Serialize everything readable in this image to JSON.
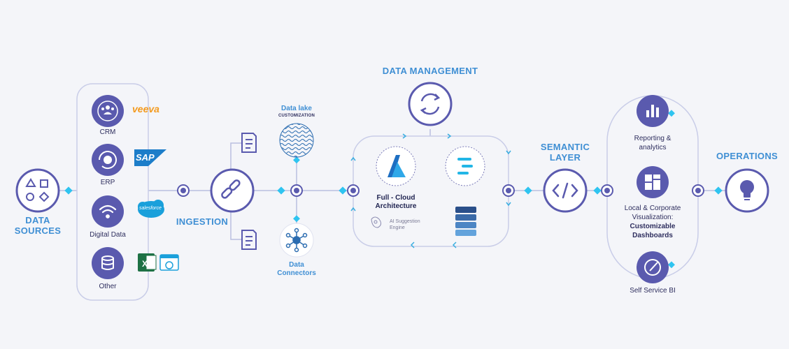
{
  "sources": {
    "title_line1": "DATA",
    "title_line2": "SOURCES",
    "items": [
      {
        "label": "CRM",
        "icon": "people-icon",
        "brand": "veeva"
      },
      {
        "label": "ERP",
        "icon": "gear-refresh-icon",
        "brand": "SAP"
      },
      {
        "label": "Digital Data",
        "icon": "wifi-icon",
        "brand": "salesforce"
      },
      {
        "label": "Other",
        "icon": "database-icon",
        "brand": ""
      }
    ]
  },
  "ingestion": {
    "title": "INGESTION",
    "icon": "link-icon"
  },
  "data_lake": {
    "title": "Data lake",
    "subtitle": "CUSTOMIZATION"
  },
  "connectors": {
    "line1": "Data",
    "line2": "Connectors"
  },
  "data_management": {
    "title": "DATA MANAGEMENT",
    "cloud_line1": "Full - Cloud",
    "cloud_line2": "Architecture",
    "ai_line1": "AI Suggestion",
    "ai_line2": "Engine"
  },
  "semantic": {
    "line1": "SEMANTIC",
    "line2": "LAYER",
    "icon": "code-icon"
  },
  "visualization": {
    "reporting_line1": "Reporting &",
    "reporting_line2": "analytics",
    "local_line1": "Local & Corporate",
    "local_line2": "Visualization:",
    "local_line3": "Customizable",
    "local_line4": "Dashboards",
    "self_service": "Self Service BI"
  },
  "operations": {
    "title": "OPERATIONS",
    "icon": "lightbulb-icon"
  },
  "colors": {
    "primary": "#5a5aae",
    "accent": "#2fc4f0",
    "title_blue": "#3f8fd4"
  }
}
